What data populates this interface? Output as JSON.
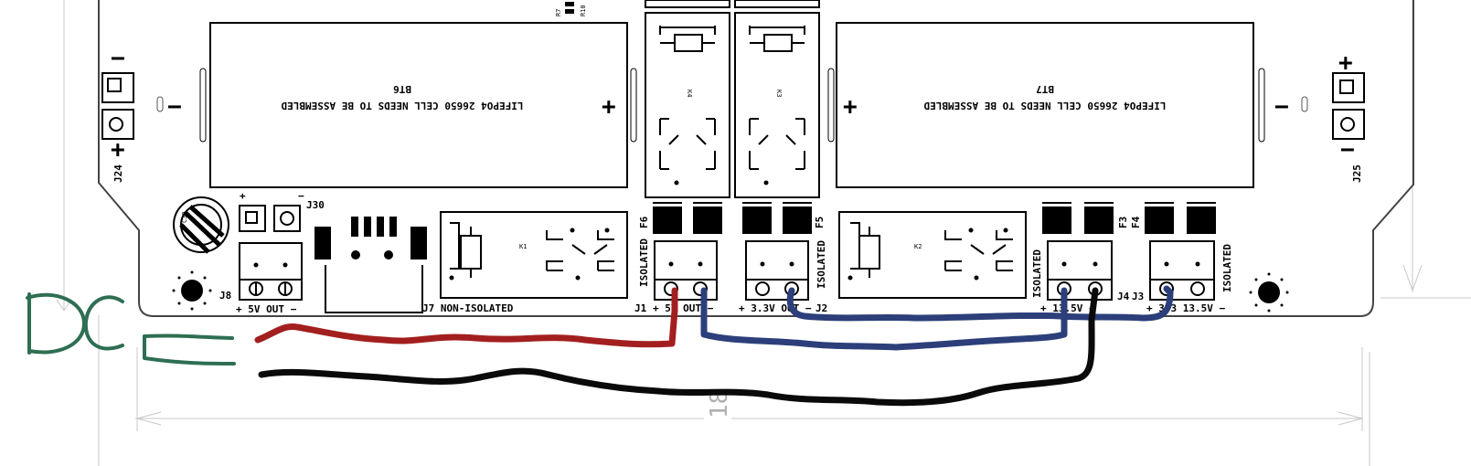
{
  "board": {
    "cells": [
      {
        "ref": "BT6",
        "text": "LIFEPO4 26650 CELL NEEDS TO BE ASSEMBLED",
        "left_sign": "−",
        "right_sign": "+"
      },
      {
        "ref": "BT7",
        "text": "LIFEPO4 26650 CELL NEEDS TO BE ASSEMBLED",
        "left_sign": "+",
        "right_sign": "−"
      }
    ],
    "relays": {
      "k1": "K1",
      "k2": "K2",
      "k3": "K3",
      "k4": "K4"
    },
    "fuses": {
      "f3": "F3",
      "f4": "F4",
      "f5": "F5",
      "f6": "F6"
    },
    "resistors": {
      "r7": "R7",
      "r10": "R10"
    },
    "cap": "C30",
    "headers": {
      "j24": "J24",
      "j24_plus": "+",
      "j24_minus": "−",
      "j25": "J25",
      "j25_plus": "+",
      "j25_minus": "−",
      "j30": "J30",
      "j30_plus": "+",
      "j30_minus": "−"
    },
    "connectors": {
      "j8": "J8",
      "j8_out": "+ 5V OUT −",
      "j7": "J7 NON-ISOLATED",
      "j1": "J1",
      "j1_out": "+ 5V OUT −",
      "j2": "J2",
      "j2_out": "+ 3.3V OUT −",
      "j4": "J4",
      "j4_out": "+ 13.5V −",
      "j3": "J3",
      "j3_out": "+ 3.3 13.5V −",
      "isolated": "ISOLATED"
    },
    "dimension": "18"
  },
  "annotation": {
    "dc_label": "DC"
  },
  "colors": {
    "wire_positive": "#a31f1f",
    "wire_negative": "#0a0a0a",
    "wire_signal": "#2c3f7a",
    "handwriting": "#2e6e52"
  }
}
